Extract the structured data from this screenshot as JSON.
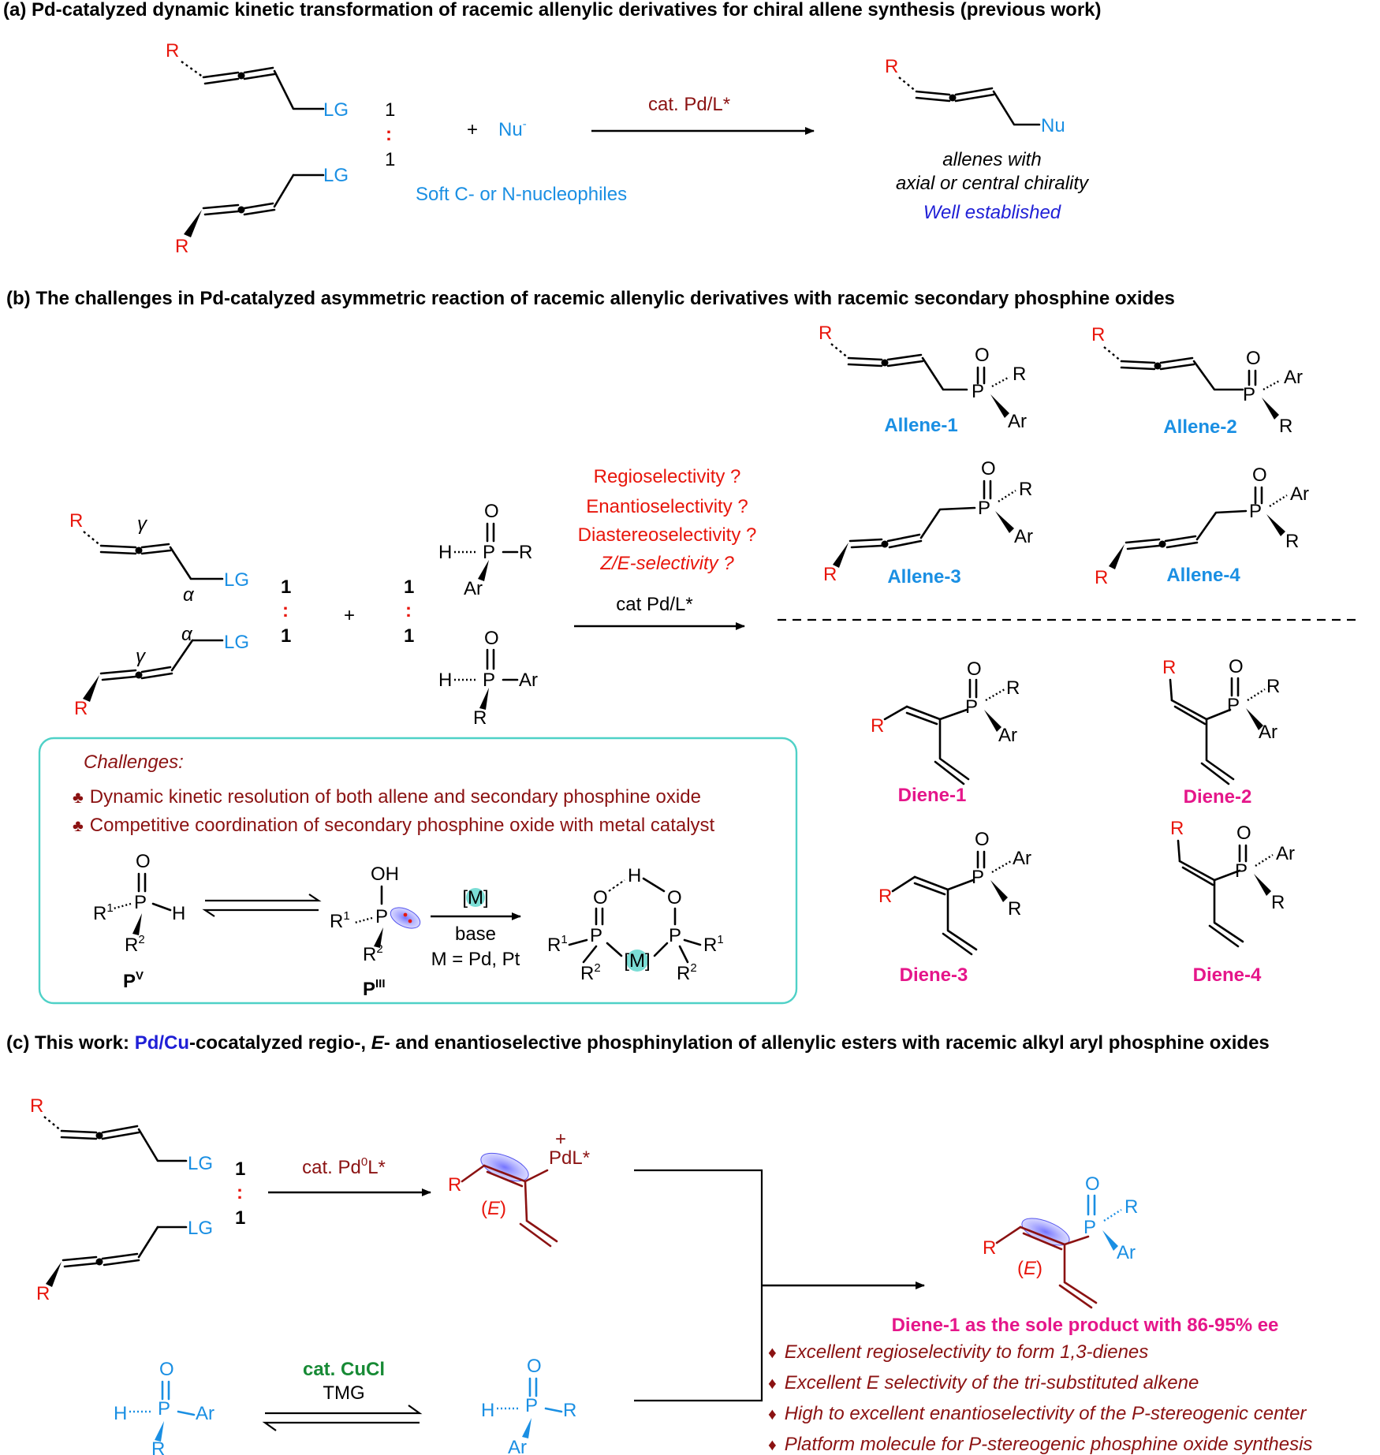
{
  "panel_a": {
    "title": "(a) Pd-catalyzed dynamic kinetic transformation of racemic allenylic derivatives for chiral allene synthesis (previous work)",
    "r": "R",
    "lg": "LG",
    "ratio_top": "1",
    "ratio_sep": ":",
    "ratio_bottom": "1",
    "plus": "+",
    "nu": "Nu",
    "nu_charge": "-",
    "nucleophile_note": "Soft C- or N-nucleophiles",
    "catalyst": "cat. Pd/L*",
    "product_nu": "Nu",
    "product_line1": "allenes with",
    "product_line2": "axial or central chirality",
    "status": "Well established"
  },
  "panel_b": {
    "title": "(b) The challenges in Pd-catalyzed asymmetric reaction of racemic allenylic derivatives with racemic secondary phosphine oxides",
    "gamma": "γ",
    "alpha": "α",
    "r": "R",
    "lg": "LG",
    "ratio_top": "1",
    "ratio_sep": ":",
    "ratio_bottom": "1",
    "plus": "+",
    "o": "O",
    "p": "P",
    "h": "H",
    "ar": "Ar",
    "questions": [
      "Regioselectivity ?",
      "Enantioselectivity ?",
      "Diastereoselectivity ?",
      "Z/E-selectivity ?"
    ],
    "catalyst": "cat Pd/L*",
    "allenes": [
      "Allene-1",
      "Allene-2",
      "Allene-3",
      "Allene-4"
    ],
    "dienes": [
      "Diene-1",
      "Diene-2",
      "Diene-3",
      "Diene-4"
    ],
    "challenges_heading": "Challenges:",
    "bullet_symbol": "♣",
    "challenges": [
      "Dynamic kinetic resolution of both allene and secondary phosphine oxide",
      "Competitive coordination of secondary phosphine oxide with metal catalyst"
    ],
    "oh": "OH",
    "r1": "R",
    "r1_sup": "1",
    "r2": "R",
    "r2_sup": "2",
    "pv": "P",
    "pv_sup": "V",
    "piii": "P",
    "piii_sup": "III",
    "metal": "[M]",
    "base": "base",
    "metal_def": "M = Pd, Pt"
  },
  "panel_c": {
    "title_part1": "(c) This work: ",
    "title_highlight": "Pd/Cu",
    "title_part2": "-cocatalyzed regio-, ",
    "title_e": "E",
    "title_part3": "- and enantioselective phosphinylation of allenylic esters with racemic alkyl aryl phosphine oxides",
    "r": "R",
    "lg": "LG",
    "ratio_top": "1",
    "ratio_sep": ":",
    "ratio_bottom": "1",
    "pd_catalyst_pre": "cat. Pd",
    "pd_catalyst_sup": "0",
    "pd_catalyst_post": "L*",
    "pdl": "PdL*",
    "plus_charge": "+",
    "e_paren_open": "(",
    "e_label": "E",
    "e_paren_close": ")",
    "cu_catalyst": "cat. CuCl",
    "cu_base": "TMG",
    "o": "O",
    "p": "P",
    "h": "H",
    "ar": "Ar",
    "product_note": "Diene-1 as the sole product with 86-95% ee",
    "bullet_symbol": "♦",
    "features": [
      "Excellent regioselectivity to form 1,3-dienes",
      "Excellent E selectivity of the tri-substituted alkene",
      "High to excellent enantioselectivity of the P-stereogenic center",
      "Platform molecule for P-stereogenic phosphine oxide synthesis"
    ]
  },
  "colors": {
    "red": "#e8160c",
    "blue": "#1a8fe3",
    "navy": "#1f1fd6",
    "dark_red": "#8b1212",
    "pink": "#e5168a",
    "green": "#178a35",
    "teal_box": "#4fd1c7"
  }
}
